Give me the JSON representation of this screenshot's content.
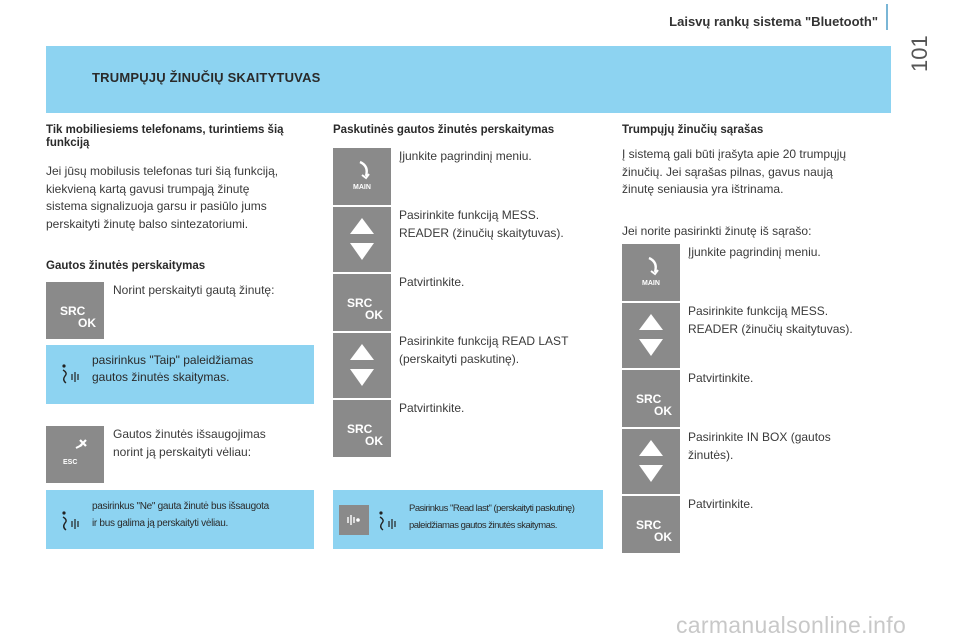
{
  "header": {
    "title": "Laisvų rankų sistema \"Bluetooth\"",
    "page_number": "101"
  },
  "banner": {
    "title": "TRUMPŲJŲ ŽINUČIŲ SKAITYTUVAS"
  },
  "left": {
    "heading": "Tik mobiliesiems telefonams, turintiems šią funkciją",
    "intro_lines": [
      "Jei jūsų mobilusis telefonas turi šią funkciją,",
      "kiekvieną kartą gavusi trumpąją žinutę",
      "sistema signalizuoja garsu ir pasiūlo jums",
      "perskaityti žinutę balso sintezatoriumi."
    ],
    "subheading": "Gautos žinutės perskaitymas",
    "step1": "Norint perskaityti gautą žinutę:",
    "note1_lines": [
      "pasirinkus \"Taip\" paleidžiamas",
      "gautos žinutės skaitymas."
    ],
    "step2_lines": [
      "Gautos žinutės išsaugojimas",
      "norint ją perskaityti vėliau:"
    ],
    "note2_lines": [
      "pasirinkus \"Ne\" gauta žinutė bus išsaugota",
      "ir bus galima ją perskaityti vėliau."
    ]
  },
  "middle": {
    "heading": "Paskutinės gautos žinutės perskaitymas",
    "steps": [
      [
        "Įjunkite pagrindinį meniu."
      ],
      [
        "Pasirinkite funkciją MESS.",
        "READER (žinučių skaitytuvas)."
      ],
      [
        "Patvirtinkite."
      ],
      [
        "Pasirinkite funkciją READ LAST",
        "(perskaityti paskutinę)."
      ],
      [
        "Patvirtinkite."
      ]
    ],
    "note_lines": [
      "Pasirinkus \"Read last\" (perskaityti paskutinę)",
      "paleidžiamas gautos žinutės skaitymas."
    ]
  },
  "right": {
    "heading": "Trumpųjų žinučių sąrašas",
    "intro_lines": [
      "Į sistemą gali būti įrašyta apie 20 trumpųjų",
      "žinučių. Jei sąrašas pilnas, gavus naują",
      "žinutę seniausia yra ištrinama."
    ],
    "select_intro": "Jei norite pasirinkti žinutę iš sąrašo:",
    "steps": [
      [
        "Įjunkite pagrindinį meniu."
      ],
      [
        "Pasirinkite funkciją MESS.",
        "READER (žinučių skaitytuvas)."
      ],
      [
        "Patvirtinkite."
      ],
      [
        "Pasirinkite IN BOX (gautos",
        "žinutės)."
      ],
      [
        "Patvirtinkite."
      ]
    ]
  },
  "keys": {
    "main_label": "MAIN",
    "src_label": "SRC",
    "ok_label": "OK",
    "esc_label": "ESC"
  },
  "icons": {
    "main": "main-menu-icon",
    "src_ok": "src-ok-icon",
    "arrows": "up-down-arrows-icon",
    "esc": "esc-icon",
    "voice": "voice-speaking-icon",
    "speaker": "speaker-icon"
  },
  "colors": {
    "banner": "#8dd3f1",
    "key": "#8a8a8a",
    "note": "#8dd3f1"
  },
  "watermark": "carmanualsonline.info"
}
